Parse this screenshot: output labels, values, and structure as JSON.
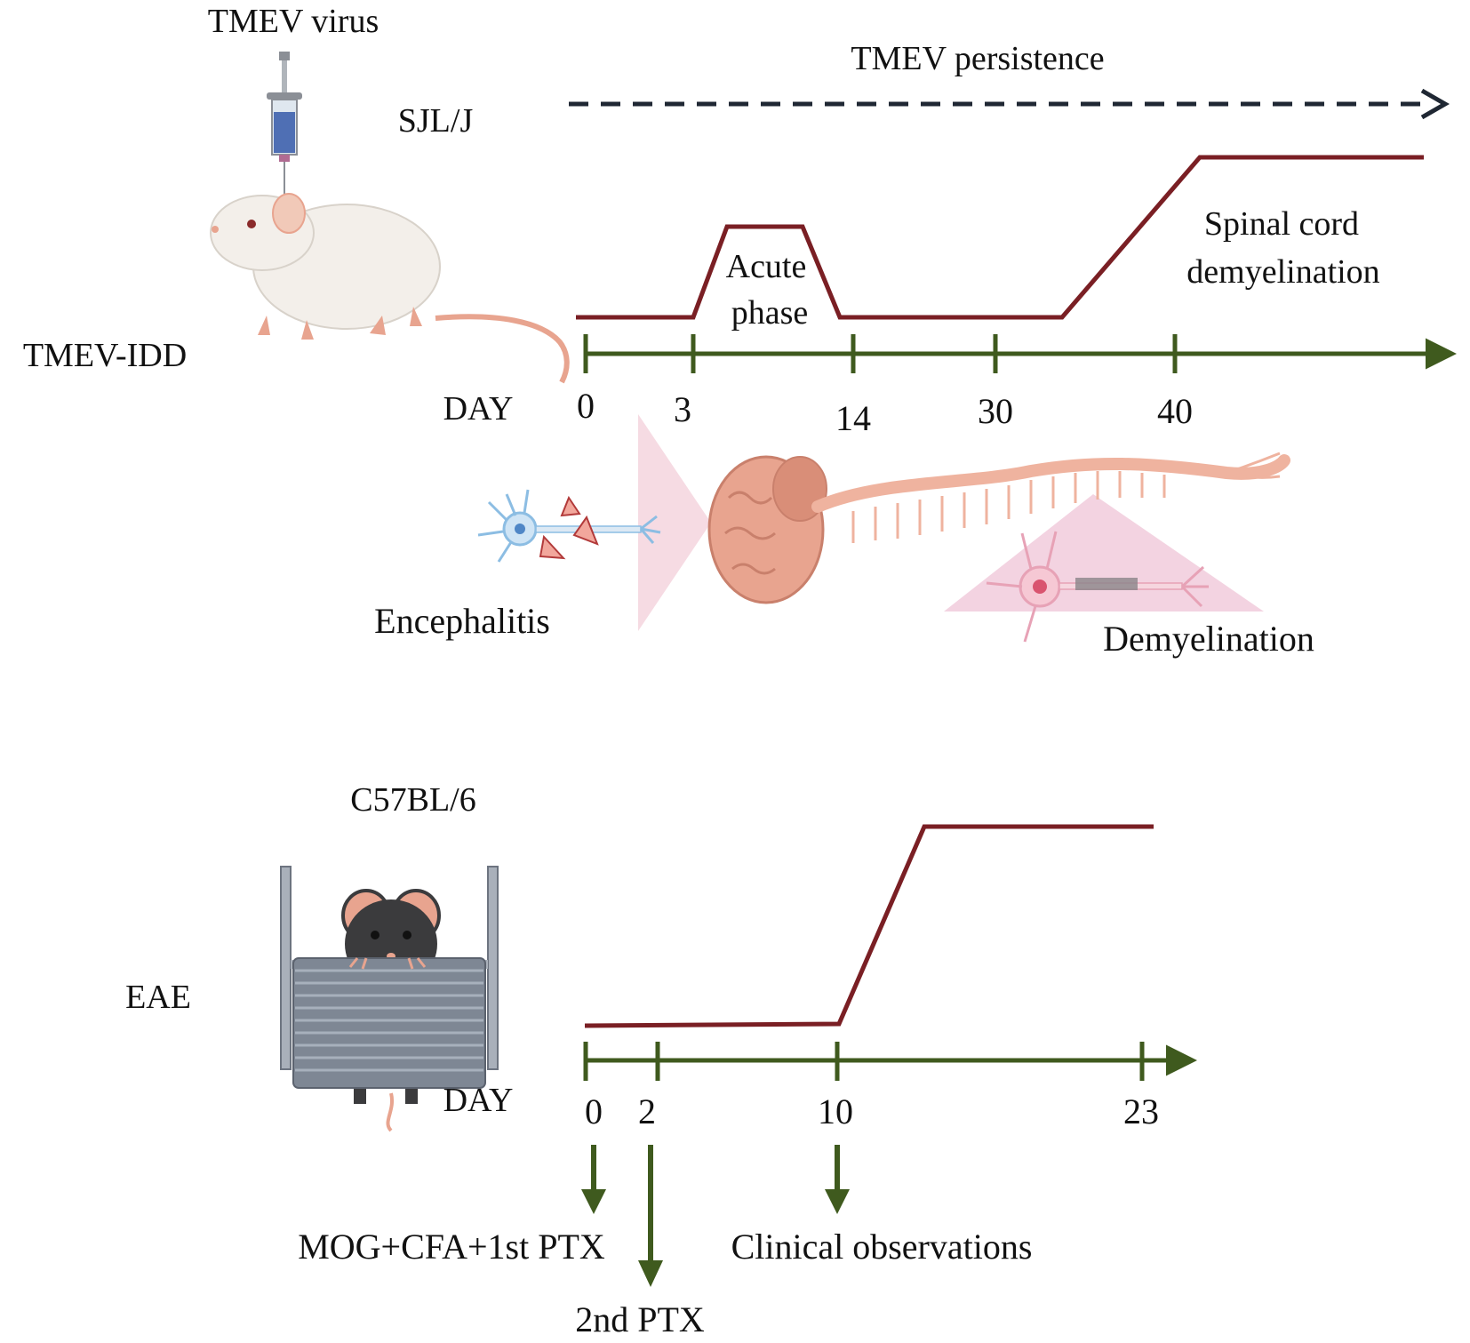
{
  "colors": {
    "timeline": "#3f5a1e",
    "curve": "#7a1f24",
    "persistence_arrow": "#1f2733",
    "encephalitis_cone": "#f6dbe3",
    "demyelination_cone": "#f3d3e1",
    "neuron_blue": "#8cbde3",
    "neuron_pink": "#e7a2b6",
    "brain": "#e8a48f",
    "spinal_cord": "#efb39f",
    "white_mouse": "#f3efea",
    "black_mouse": "#3b3b3d",
    "restraint_tube": "#7e8794"
  },
  "top": {
    "virus_label": "TMEV virus",
    "strain_label": "SJL/J",
    "model_label": "TMEV-IDD",
    "persistence_label": "TMEV persistence",
    "day_label": "DAY",
    "ticks": [
      "0",
      "3",
      "14",
      "30",
      "40"
    ],
    "phase_acute_line1": "Acute",
    "phase_acute_line2": "phase",
    "phase_spinal_line1": "Spinal cord",
    "phase_spinal_line2": "demyelination",
    "encephalitis_label": "Encephalitis",
    "demyelination_label": "Demyelination",
    "icons": [
      "syringe-icon",
      "white-mouse-icon",
      "brain-icon",
      "spinal-cord-icon",
      "neuron-icon"
    ]
  },
  "bottom": {
    "strain_label": "C57BL/6",
    "model_label": "EAE",
    "day_label": "DAY",
    "ticks": [
      "0",
      "2",
      "10",
      "23"
    ],
    "event_day0": "MOG+CFA+1st PTX",
    "event_day2": "2nd PTX",
    "event_day10": "Clinical observations",
    "icons": [
      "black-mouse-icon",
      "restraint-tube-icon"
    ]
  }
}
